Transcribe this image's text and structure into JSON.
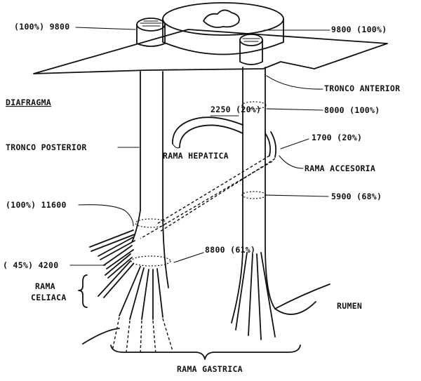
{
  "labels": {
    "top_left_count": "(100%) 9800",
    "top_right_count": "9800 (100%)",
    "diafragma": "DIAFRAGMA",
    "tronco_anterior": "TRONCO ANTERIOR",
    "hepatic_count": "2250 (20%)",
    "anterior_count": "8000 (100%)",
    "accessory_count": "1700 (20%)",
    "tronco_posterior": "TRONCO POSTERIOR",
    "rama_hepatica": "RAMA HEPATICA",
    "rama_accesoria": "RAMA ACCESORIA",
    "posterior_total": "(100%) 11600",
    "anterior_lower_count": "5900 (68%)",
    "celiac_count": "( 45%) 4200",
    "posterior_lower_count": "8800 (61%)",
    "rama_celiaca_1": "RAMA",
    "rama_celiaca_2": "CELIACA",
    "rumen": "RUMEN",
    "rama_gastrica": "RAMA GASTRICA"
  }
}
